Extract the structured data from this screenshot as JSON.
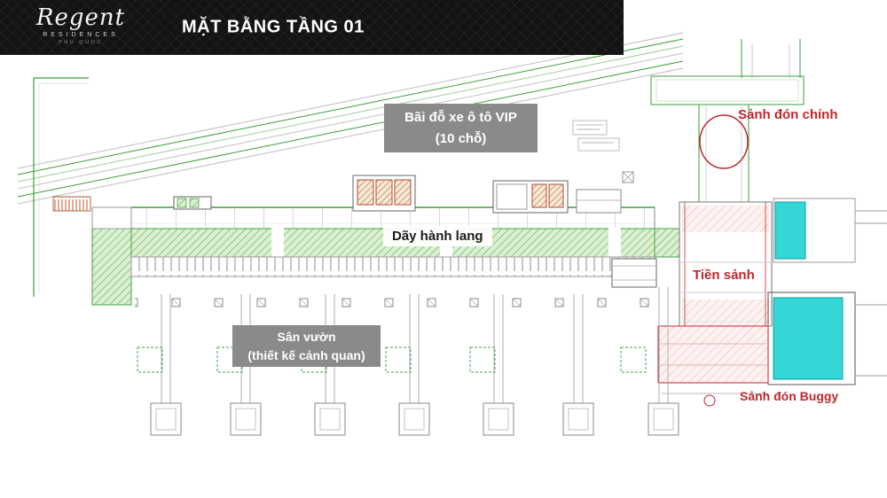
{
  "header": {
    "title": "MẶT BẰNG TẦNG 01",
    "logo": {
      "name": "Regent",
      "sub": "RESIDENCES",
      "location": "PHU QUOC"
    }
  },
  "plan": {
    "labels": {
      "vip_parking_line1": "Bãi đỗ xe ô tô VIP",
      "vip_parking_line2": "(10 chỗ)",
      "main_lobby": "Sảnh đón chính",
      "corridor": "Dãy hành lang",
      "front_hall": "Tiền sảnh",
      "garden_line1": "Sân vườn",
      "garden_line2": "(thiết kế cảnh quan)",
      "buggy_lobby": "Sảnh đón Buggy"
    },
    "colors": {
      "annotation_red": "#c1272d",
      "label_box_gray": "#8a8a8a",
      "cad_green": "#3d9e3d",
      "water_cyan": "#35d6d6"
    }
  }
}
